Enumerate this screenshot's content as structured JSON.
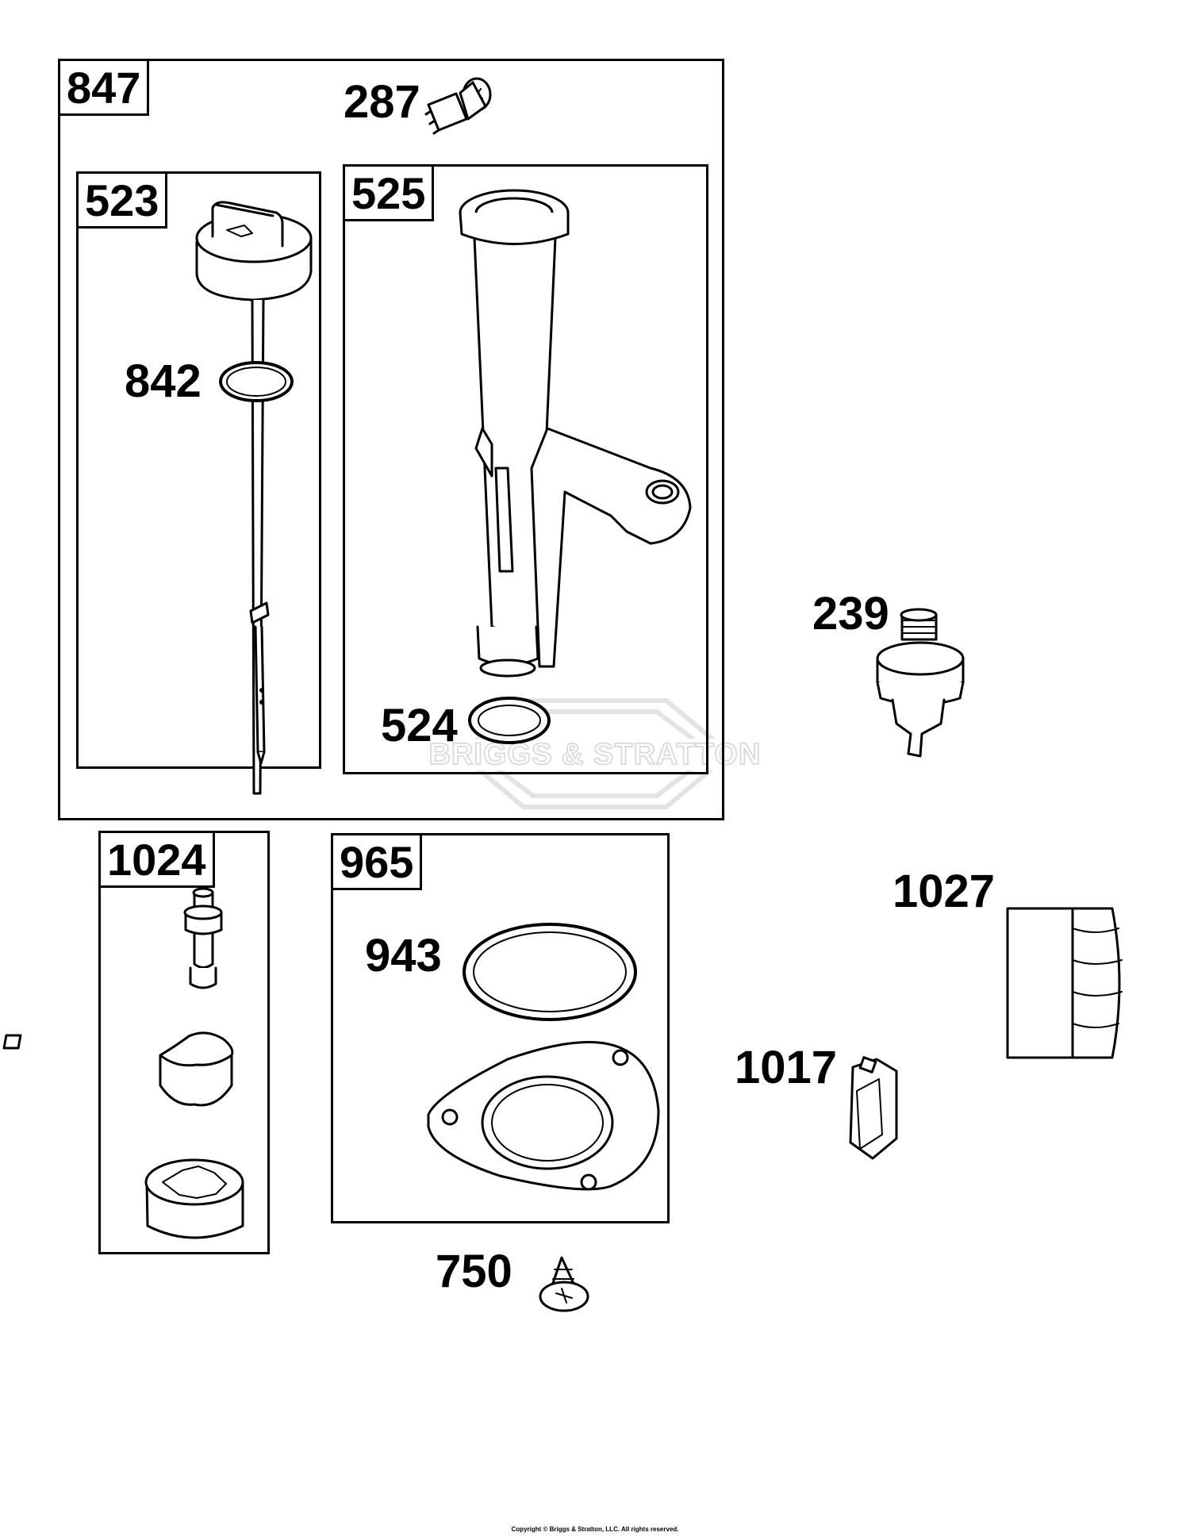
{
  "diagram": {
    "kits": [
      {
        "id": "847",
        "label": "847"
      },
      {
        "id": "523",
        "label": "523"
      },
      {
        "id": "525",
        "label": "525"
      },
      {
        "id": "1024",
        "label": "1024"
      },
      {
        "id": "965",
        "label": "965"
      }
    ],
    "callouts": {
      "c287": "287",
      "c842": "842",
      "c524": "524",
      "c239": "239",
      "c943": "943",
      "c1027": "1027",
      "c1017": "1017",
      "c750": "750"
    },
    "watermark": "BRIGGS & STRATTON",
    "copyright": "Copyright © Briggs & Stratton, LLC. All rights reserved.",
    "colors": {
      "line": "#000000",
      "background": "#ffffff",
      "watermark": "#e6e6e6"
    }
  }
}
